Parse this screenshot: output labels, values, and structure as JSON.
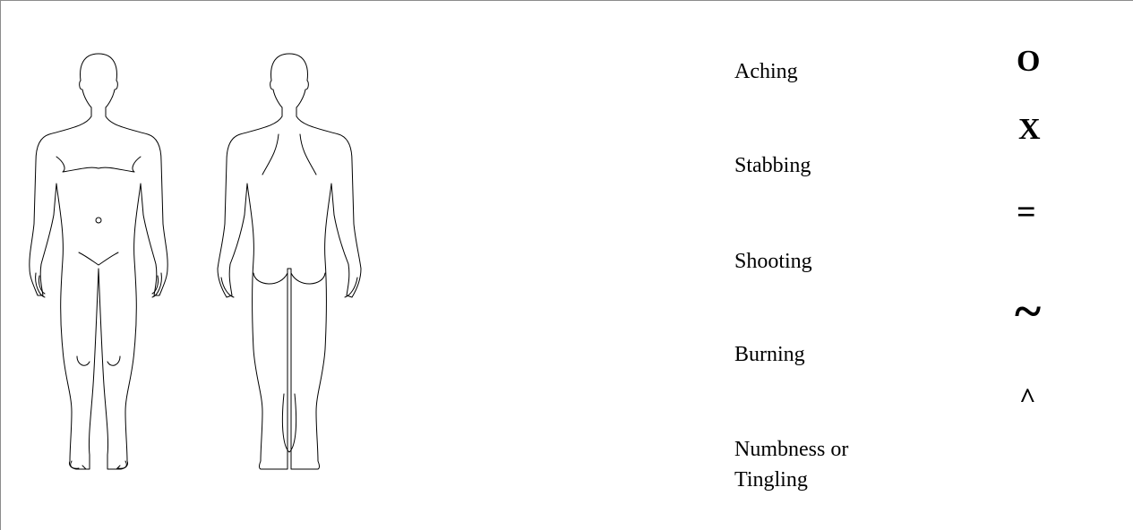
{
  "legend": [
    {
      "label": "Aching",
      "symbol": "O"
    },
    {
      "label": "Stabbing",
      "symbol": "X"
    },
    {
      "label": "Shooting",
      "symbol": "="
    },
    {
      "label": "Burning",
      "symbol": "~"
    },
    {
      "label": "Numbness or",
      "label_line2": "Tingling",
      "symbol": "^"
    }
  ],
  "figures": [
    "body-front",
    "body-back"
  ]
}
